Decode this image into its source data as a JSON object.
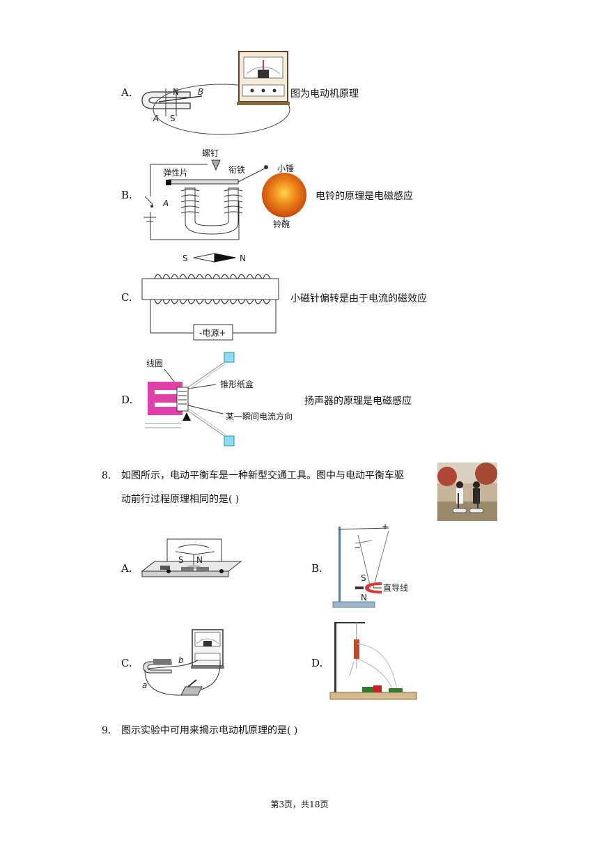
{
  "q7_options": [
    {
      "letter": "A.",
      "text": "图为电动机原理"
    },
    {
      "letter": "B.",
      "text": "电铃的原理是电磁感应"
    },
    {
      "letter": "C.",
      "text": "小磁针偏转是由于电流的磁效应"
    },
    {
      "letter": "D.",
      "text": "扬声器的原理是电磁感应"
    }
  ],
  "fig_a": {
    "n": "N",
    "s": "S",
    "b": "B",
    "a": "A"
  },
  "fig_b": {
    "screw": "螺钉",
    "spring": "弹性片",
    "armature": "衔铁",
    "hammer": "小锤",
    "a": "A",
    "bowl": "铃碗"
  },
  "fig_c": {
    "s": "S",
    "n": "N",
    "power": "-电源+"
  },
  "fig_d": {
    "coil": "线圈",
    "cone": "锥形纸盒",
    "current": "某一瞬间电流方向"
  },
  "q8": {
    "number": "8.",
    "line1": "如图所示，电动平衡车是一种新型交通工具。图中与电动平衡车驱",
    "line2": "动前行过程原理相同的是(    )",
    "options": [
      "A.",
      "B.",
      "C.",
      "D."
    ]
  },
  "q8_figs": {
    "a_s": "S",
    "a_n": "N",
    "b_plus": "+",
    "b_minus": "−",
    "b_s": "S",
    "b_n": "N",
    "b_wire": "直导线",
    "c_a": "a",
    "c_b": "b"
  },
  "q9": {
    "number": "9.",
    "text": "图示实验中可用来揭示电动机原理的是(    )"
  },
  "footer": "第3页，共18页"
}
